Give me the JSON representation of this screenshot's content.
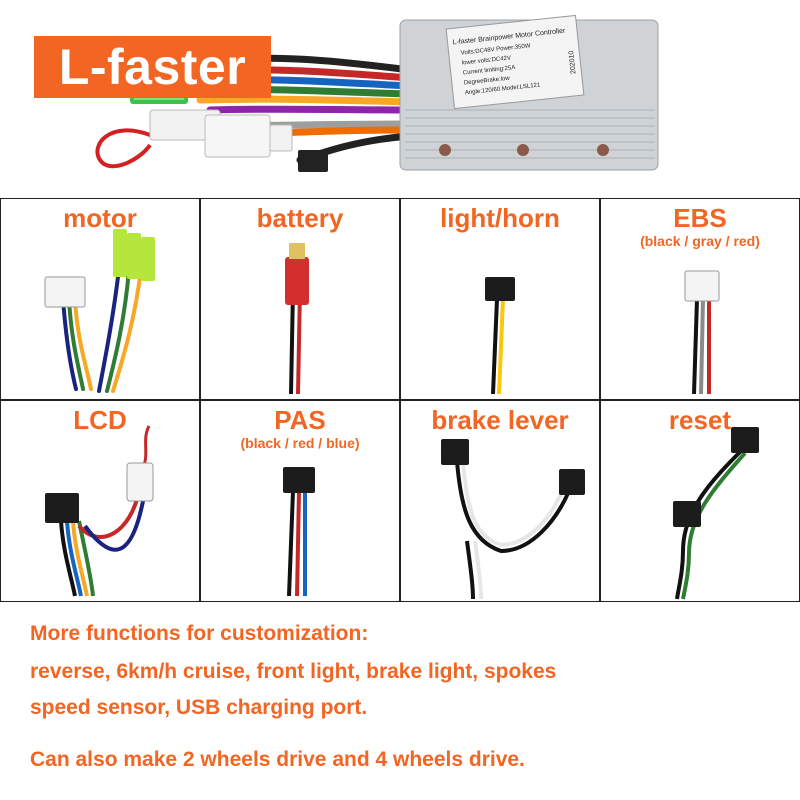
{
  "brand": "L-faster",
  "controller": {
    "label_lines": [
      "L-faster  Brainpower Motor Controller",
      "Volts:DC48V  Power:350W",
      "lower volts:DC42V",
      "Current limiting:25A",
      "DegreeBrake:low",
      "Angle:120/60  Model:LSL121"
    ],
    "serial": "202010"
  },
  "connectors": [
    {
      "title": "motor",
      "subtitle": ""
    },
    {
      "title": "battery",
      "subtitle": ""
    },
    {
      "title": "light/horn",
      "subtitle": ""
    },
    {
      "title": "EBS",
      "subtitle": "(black / gray / red)"
    },
    {
      "title": "LCD",
      "subtitle": ""
    },
    {
      "title": "PAS",
      "subtitle": "(black / red / blue)"
    },
    {
      "title": "brake lever",
      "subtitle": ""
    },
    {
      "title": "reset",
      "subtitle": ""
    }
  ],
  "notes": {
    "line1": "More functions for customization:",
    "line2": "reverse, 6km/h cruise, front light, brake light, spokes",
    "line3": "speed sensor, USB charging port.",
    "line4": "Can also make 2 wheels drive and 4 wheels drive."
  },
  "colors": {
    "accent": "#f26522",
    "border": "#222222"
  }
}
